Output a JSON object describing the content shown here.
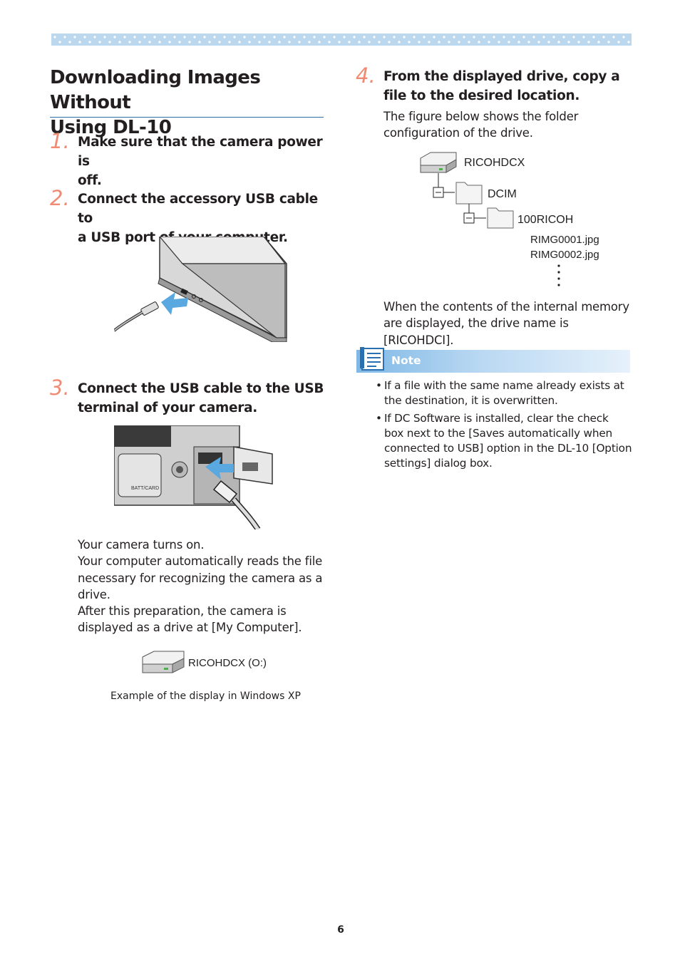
{
  "header": {
    "decorative_band": "dotted-pattern-band"
  },
  "title": {
    "line1": "Downloading Images Without",
    "line2": "Using DL-10"
  },
  "steps": [
    {
      "num": "1.",
      "lines": [
        "Make sure that the camera power is",
        "off."
      ]
    },
    {
      "num": "2.",
      "lines": [
        "Connect the accessory USB cable to",
        "a USB port of your computer."
      ]
    },
    {
      "num": "3.",
      "lines": [
        "Connect the USB cable to the USB",
        "terminal of your camera."
      ]
    },
    {
      "num": "4.",
      "lines": [
        "From the displayed drive, copy a",
        "file to the desired location."
      ]
    }
  ],
  "step3_body": [
    "Your camera turns on.",
    "Your computer automatically reads the file",
    "necessary for recognizing the camera as a",
    "drive.",
    "After this preparation, the camera is",
    "displayed as a drive at [My Computer]."
  ],
  "drive_example": {
    "label": "RICOHDCX (O:)",
    "caption": "Example of the display in Windows XP"
  },
  "step4_intro": [
    "The figure below shows the folder",
    "configuration of the drive."
  ],
  "folder_tree": {
    "drive": "RICOHDCX",
    "folder1": "DCIM",
    "folder2": "100RICOH",
    "files": [
      "RIMG0001.jpg",
      "RIMG0002.jpg"
    ]
  },
  "step4_after": [
    "When the contents of the internal memory",
    "are displayed, the drive name is [RICOHDCI]."
  ],
  "note": {
    "label": "Note",
    "icon": "note-icon",
    "items": [
      [
        "If a file with the same name already exists at",
        "the destination, it is overwritten."
      ],
      [
        "If DC Software is installed, clear the check",
        "box next to the [Saves automatically when",
        "connected to USB] option in the DL-10 [Option",
        "settings] dialog box."
      ]
    ]
  },
  "page_number": "6",
  "colors": {
    "step_number": "#f08a73",
    "title_rule": "#2c6fa8",
    "band": "#bcd8ee",
    "note_bar": "#7fb8e6"
  }
}
